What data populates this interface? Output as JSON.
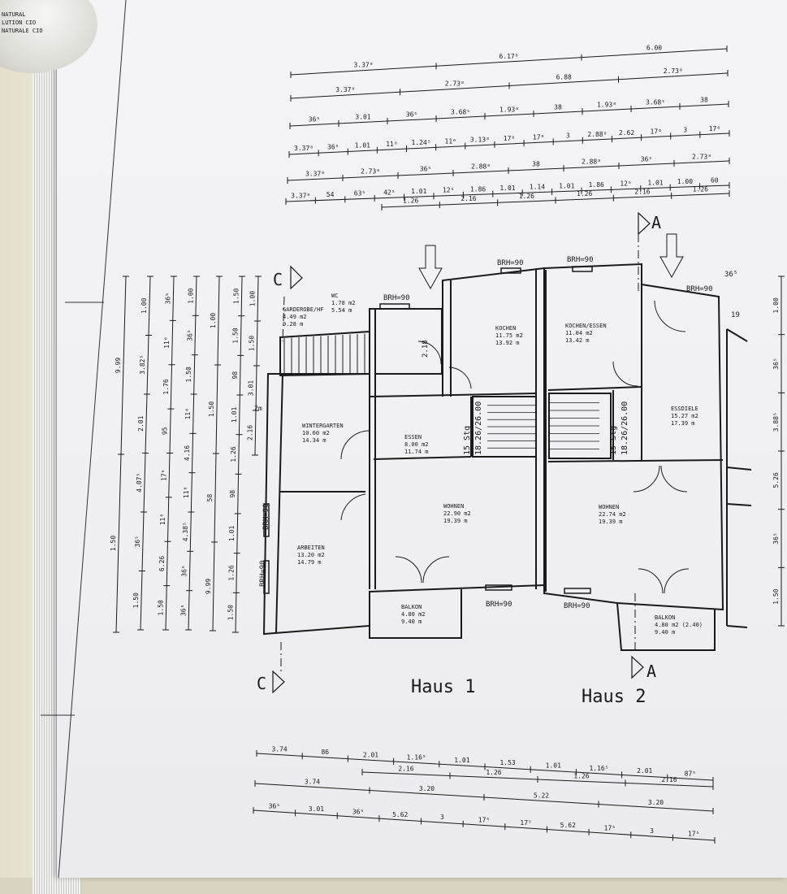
{
  "cup_text": [
    "NATURAL",
    "LUTION CIO",
    "NATURALE CIO"
  ],
  "dims_top": {
    "row1": [
      "3.37⁸",
      "6.17⁸",
      "6.00"
    ],
    "row2": [
      "3.37⁸",
      "2.73⁸",
      "6.88",
      "2.73⁸"
    ],
    "row3": [
      "36⁵",
      "3.01",
      "36⁵",
      "3.68⁵",
      "1.93⁸",
      "38",
      "1.93⁸",
      "3.68⁵",
      "38"
    ],
    "row4": [
      "3.37⁸",
      "36⁵",
      "1.01",
      "11⁶",
      "1.24⁵",
      "11⁶",
      "3.13⁸",
      "17⁶",
      "17⁶",
      "3",
      "2.88⁸",
      "2.62",
      "17⁶",
      "3",
      "17⁶"
    ],
    "row5": [
      "3.37⁸",
      "2.73⁸",
      "36⁵",
      "2.88⁸",
      "38",
      "2.88⁸",
      "36⁵",
      "2.73⁸"
    ],
    "row6a": [
      "3.37⁸",
      "54",
      "63⁵",
      "42⁵",
      "1.01",
      "12⁵",
      "1.86",
      "1.01",
      "1.14",
      "1.01",
      "1.86",
      "12⁵",
      "1.01",
      "1.00",
      "60"
    ],
    "row6b": [
      "1.26",
      "2.16",
      "1.26",
      "1.26",
      "2.16",
      "1.26"
    ]
  },
  "dims_left": {
    "c1": [
      "9.99",
      "1.50"
    ],
    "c2": [
      "1.00",
      "3.82⁵",
      "2.01",
      "4.07⁵",
      "36⁵",
      "1.50"
    ],
    "c3": [
      "36⁵",
      "11⁶",
      "1.76",
      "95",
      "17⁵",
      "11⁶",
      "6.26",
      "1.50"
    ],
    "c4": [
      "1.00",
      "36⁵",
      "1.50",
      "11⁶",
      "4.16",
      "11⁶",
      "4.38⁵",
      "36⁵",
      "36⁵"
    ],
    "c5": [
      "1.00",
      "1.50",
      "58",
      "9.99"
    ],
    "c6": [
      "1.50",
      "1.50",
      "98",
      "1.01",
      "1.26",
      "98",
      "1.01",
      "1.26",
      "1.50"
    ],
    "c7": [
      "1.00",
      "1.50",
      "3.01",
      "2.16"
    ]
  },
  "dims_right": [
    "1.00",
    "36⁵",
    "3.88⁵",
    "5.26",
    "36⁵",
    "1.50"
  ],
  "dims_bottom": {
    "row1": [
      "3.74",
      "86",
      "2.01",
      "1.16⁵",
      "1.01",
      "1.53",
      "1.01",
      "1.16⁵",
      "2.01",
      "87⁵"
    ],
    "row1b": [
      "2.16",
      "1.26",
      "1.26",
      "2.16"
    ],
    "row2": [
      "3.74",
      "3.20",
      "5.22",
      "3.20"
    ],
    "row3": [
      "36⁵",
      "3.01",
      "36⁵",
      "5.62",
      "3",
      "17⁵",
      "17⁵",
      "5.62",
      "17⁵",
      "3",
      "17⁵"
    ]
  },
  "rooms": {
    "garderobe": {
      "name": "GARDEROBE/HF",
      "area": "4.49 m2",
      "perim": "9.28 m"
    },
    "wc": {
      "name": "WC",
      "area": "1.78 m2",
      "perim": "5.54 m"
    },
    "kochen": {
      "name": "KOCHEN",
      "area": "11.75 m2",
      "perim": "13.92 m"
    },
    "kochen_essen": {
      "name": "KOCHEN/ESSEN",
      "area": "11.04 m2",
      "perim": "13.42 m"
    },
    "essdiele": {
      "name": "ESSDIELE",
      "area": "15.27 m2",
      "perim": "17.39 m"
    },
    "wintergarten": {
      "name": "WINTERGARTEN",
      "area": "10.60 m2",
      "perim": "14.34 m"
    },
    "essen": {
      "name": "ESSEN",
      "area": "8.00 m2",
      "perim": "11.74 m"
    },
    "wohnen1": {
      "name": "WOHNEN",
      "area": "22.90 m2",
      "perim": "19.39 m"
    },
    "wohnen2": {
      "name": "WOHNEN",
      "area": "22.74 m2",
      "perim": "19.39 m"
    },
    "arbeiten": {
      "name": "ARBEITEN",
      "area": "13.20 m2",
      "perim": "14.79 m"
    },
    "balkon1": {
      "name": "BALKON",
      "area": "4.80 m2",
      "perim": "9.40 m"
    },
    "balkon2": {
      "name": "BALKON",
      "area": "4.80 m2 (2.40)",
      "perim": "9.40 m"
    }
  },
  "stairs": {
    "label": "15 Stg",
    "ratio": "18.26/26.00"
  },
  "brh": "BRH=90",
  "wc_dim": "2.18",
  "edge_19": "19",
  "edge_36": "36⁵",
  "mark_2m": "2m",
  "section_A": "A",
  "section_C": "C",
  "haus1": "Haus 1",
  "haus2": "Haus 2",
  "colors": {
    "ink": "#1a1a1a",
    "paper": "#f2f2f4"
  }
}
